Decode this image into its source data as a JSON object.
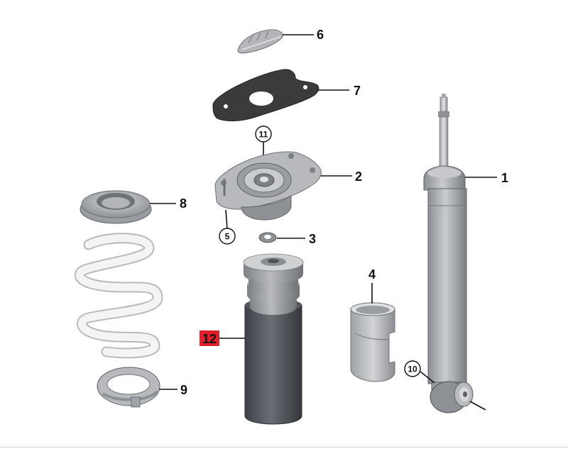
{
  "labels": {
    "p1": "1",
    "p2": "2",
    "p3": "3",
    "p4": "4",
    "p5": "5",
    "p6": "6",
    "p7": "7",
    "p8": "8",
    "p9": "9",
    "p10": "10",
    "p11": "11",
    "p12": "12"
  },
  "colors": {
    "highlight": "#e0202a",
    "part_gray": "#a8aaad",
    "part_dark": "#505357",
    "gasket": "#3a3b3d",
    "spring": "#f1f2f2"
  }
}
